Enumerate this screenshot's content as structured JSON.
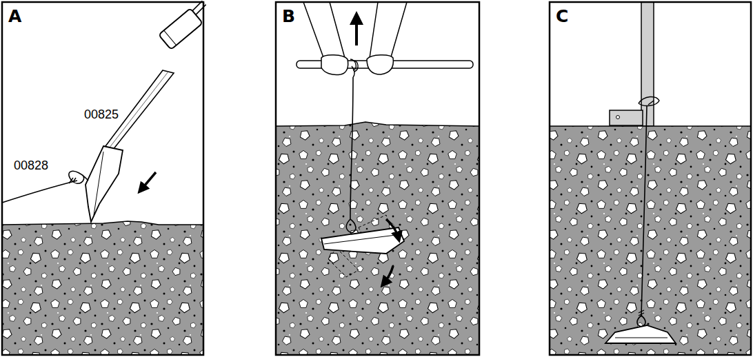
{
  "diagram": {
    "labels": [
      "A",
      "00825",
      "00828",
      "B",
      "C"
    ]
  }
}
